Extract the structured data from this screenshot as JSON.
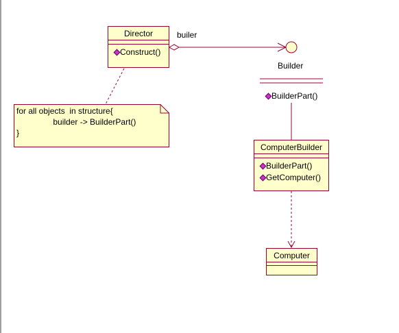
{
  "diagram": {
    "director": {
      "name": "Director",
      "operations": [
        "Construct()"
      ]
    },
    "builder": {
      "name": "Builder",
      "operations": [
        "BuilderPart()"
      ]
    },
    "computer_builder": {
      "name": "ComputerBuilder",
      "operations": [
        "BuilderPart()",
        "GetComputer()"
      ]
    },
    "computer": {
      "name": "Computer"
    },
    "association_label": "builer",
    "note_lines": [
      "for all objects  in structure{",
      "                builder -> BuilderPart()",
      "}"
    ],
    "colors": {
      "class_fill": "#ffffcc",
      "class_border": "#990033",
      "connector": "#990033",
      "operation_marker": "#cc33cc"
    }
  }
}
